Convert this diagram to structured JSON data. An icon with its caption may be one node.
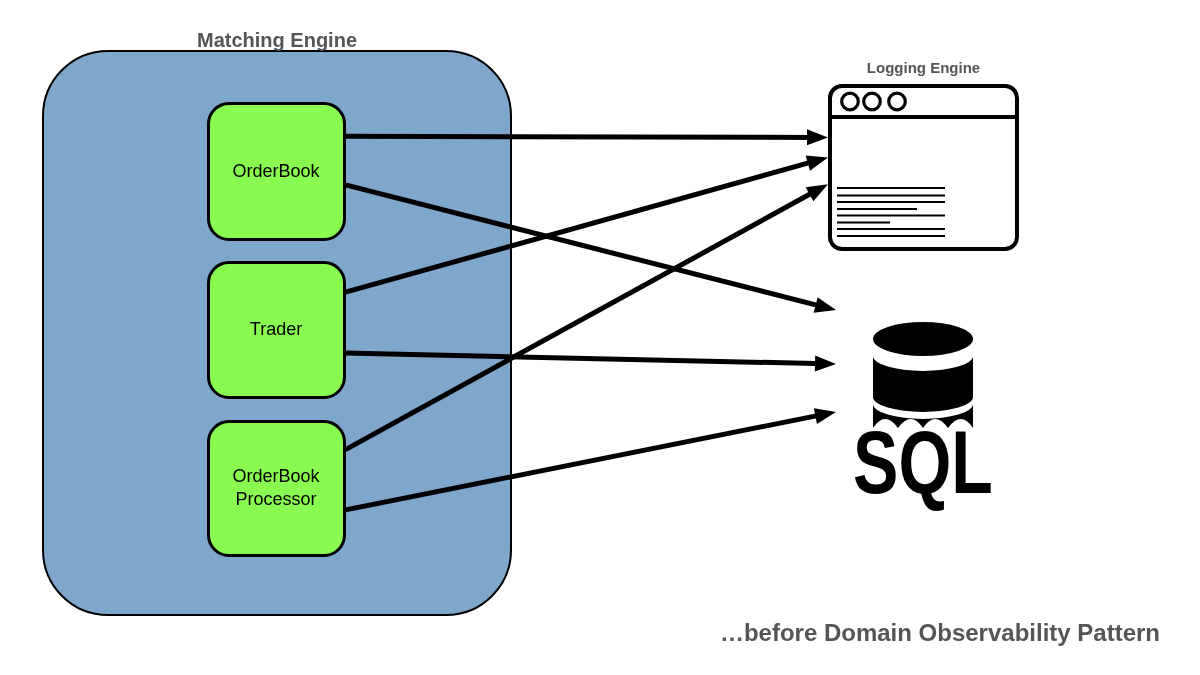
{
  "diagram": {
    "nodes": [
      {
        "text": [
          "Matching Engine"
        ]
      },
      {
        "text": [
          "OrderBook"
        ],
        "in": 0
      },
      {
        "text": [
          "Trader"
        ],
        "in": 0
      },
      {
        "text": [
          "OrderBook Processor"
        ],
        "in": 0
      },
      {
        "text": [
          "Logging Engine"
        ]
      },
      {
        "text": [
          "SQL"
        ]
      }
    ],
    "edges": [
      {
        "from": 1,
        "to": 4,
        "arrow": "to"
      },
      {
        "from": 1,
        "to": 5,
        "arrow": "to"
      },
      {
        "from": 2,
        "to": 4,
        "arrow": "to"
      },
      {
        "from": 2,
        "to": 5,
        "arrow": "to"
      },
      {
        "from": 3,
        "to": 4,
        "arrow": "to"
      },
      {
        "from": 3,
        "to": 5,
        "arrow": "to"
      }
    ],
    "caption": "…before Domain Observability Pattern"
  }
}
